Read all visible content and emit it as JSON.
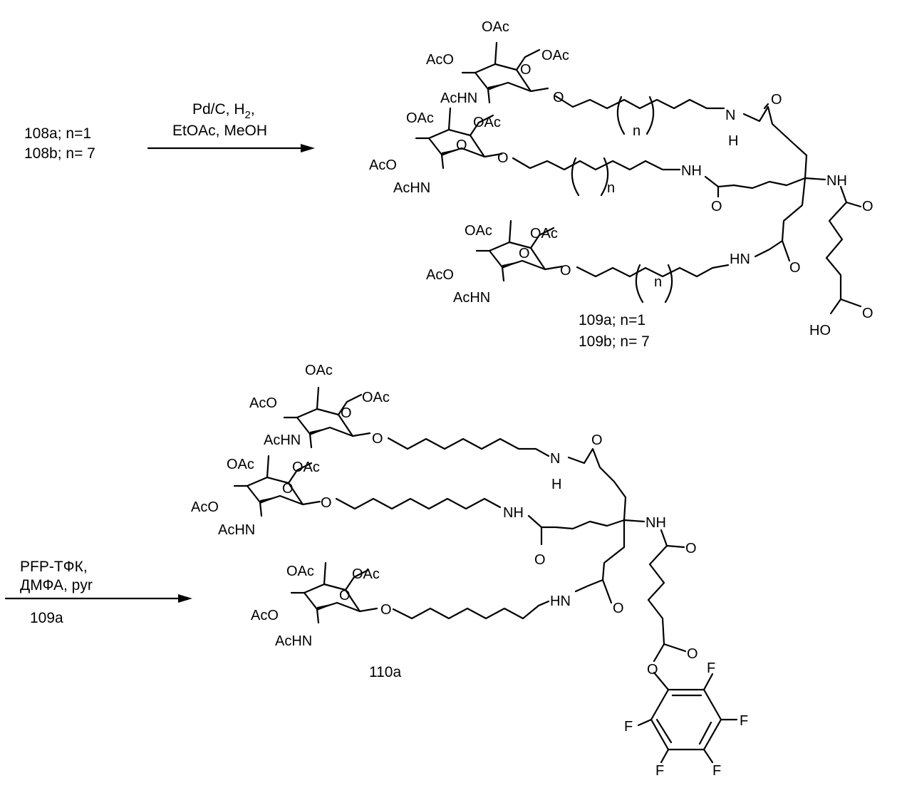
{
  "scheme": {
    "step1": {
      "starting_material_a": "108a; n=1",
      "starting_material_b": "108b; n= 7",
      "reagents_line1": "Pd/C, H",
      "reagents_line1_sub": "2",
      "reagents_line1_end": ",",
      "reagents_line2": "EtOAc, MeOH",
      "product_a": "109a; n=1",
      "product_b": "109b; n= 7"
    },
    "step2": {
      "reagents_line1": "PFP-TФК,",
      "reagents_line2": "ДМФА, pyr",
      "starting_material": "109a",
      "product": "110a"
    }
  },
  "atoms": {
    "oac": "OAc",
    "aco": "AcO",
    "achn": "AcHN",
    "o": "O",
    "nh": "NH",
    "hn": "HN",
    "n": "N",
    "h": "H",
    "ho": "HO",
    "f": "F",
    "n_index": "n"
  }
}
